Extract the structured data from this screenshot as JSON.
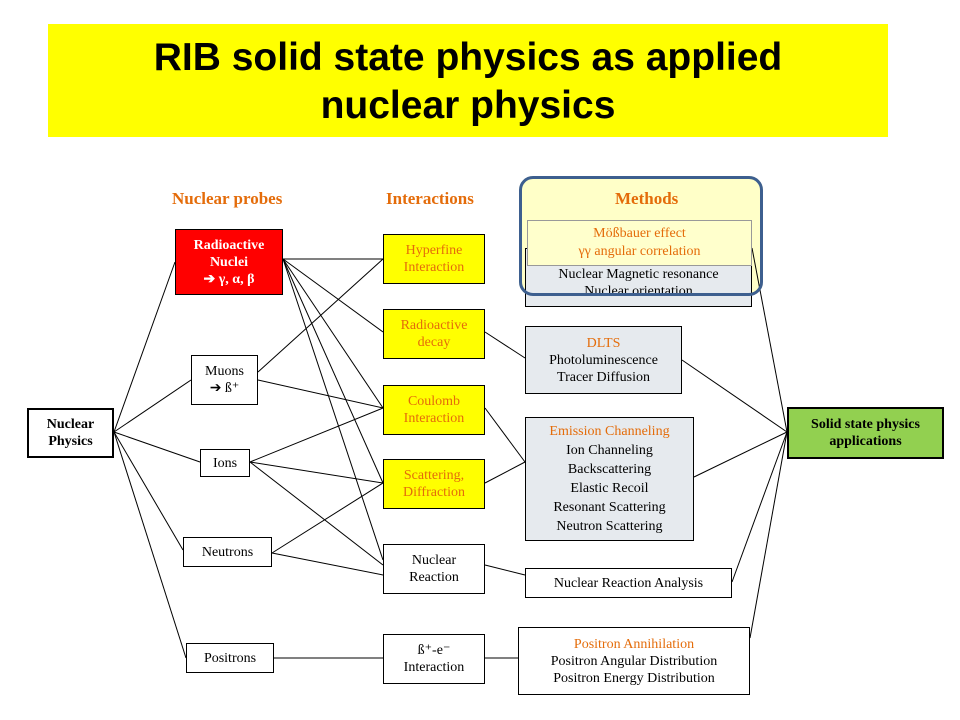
{
  "title": [
    "RIB solid state physics as applied",
    "nuclear physics"
  ],
  "columns": {
    "probes": "Nuclear probes",
    "interactions": "Interactions",
    "methods": "Methods"
  },
  "nuclear_physics": [
    "Nuclear",
    "Physics"
  ],
  "probes": {
    "radioactive": [
      "Radioactive",
      "Nuclei",
      "➔ γ, α, β"
    ],
    "muons": [
      "Muons",
      "➔ ß⁺"
    ],
    "ions": "Ions",
    "neutrons": "Neutrons",
    "positrons": "Positrons"
  },
  "interactions": {
    "hyperfine": [
      "Hyperfine",
      "Interaction"
    ],
    "decay": [
      "Radioactive",
      "decay"
    ],
    "coulomb": [
      "Coulomb",
      "Interaction"
    ],
    "scattering": [
      "Scattering,",
      "Diffraction"
    ],
    "nuclear_reaction": [
      "Nuclear",
      "Reaction"
    ],
    "beta_e": [
      "ß⁺-e⁻",
      "Interaction"
    ]
  },
  "methods": {
    "mossbauer": [
      "Mößbauer effect",
      "γγ angular correlation"
    ],
    "nmr": [
      "Nuclear Magnetic resonance",
      "Nuclear orientation"
    ],
    "dlts": [
      "DLTS",
      "Photoluminescence",
      "Tracer Diffusion"
    ],
    "channeling": [
      "Emission Channeling",
      "Ion Channeling",
      "Backscattering",
      "Elastic Recoil",
      "Resonant Scattering",
      "Neutron Scattering"
    ],
    "nra": "Nuclear Reaction Analysis",
    "positron": [
      "Positron Annihilation",
      "Positron Angular Distribution",
      "Positron Energy Distribution"
    ]
  },
  "applications": [
    "Solid state physics",
    "applications"
  ],
  "colors": {
    "banner": "#ffff00",
    "heading": "#e46c0a",
    "radioactive_box": "#ff0000",
    "interaction_box": "#ffff00",
    "applications_box": "#92d050",
    "methods_box": "#e6eaee",
    "highlight_border": "#3d5f8f"
  }
}
